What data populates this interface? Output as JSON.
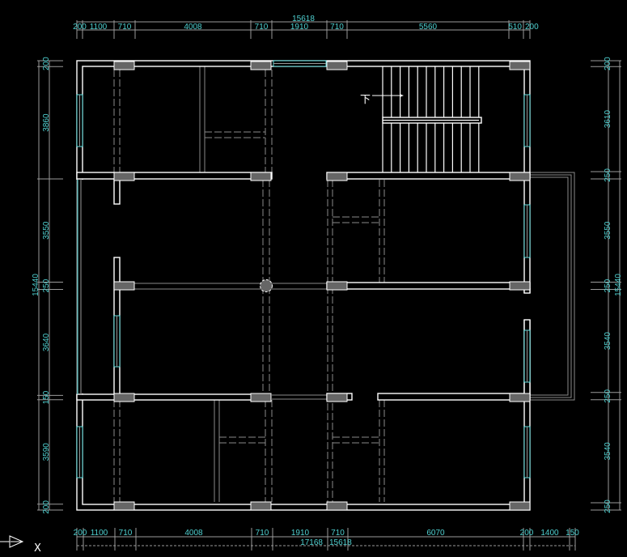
{
  "drawing": {
    "stair_label": "下",
    "axis_label": "X"
  },
  "dimensions": {
    "top": {
      "total": "15618",
      "segments": [
        "200",
        "1100",
        "710",
        "4008",
        "710",
        "1910",
        "710",
        "5560",
        "510",
        "200"
      ]
    },
    "bottom": {
      "total": "17168",
      "total_overlap": "15618",
      "segments": [
        "200",
        "1100",
        "710",
        "4008",
        "710",
        "1910",
        "710",
        "6070",
        "200",
        "1400",
        "150"
      ]
    },
    "left": {
      "total": "15440",
      "segments": [
        "200",
        "3860",
        "3550",
        "250",
        "3640",
        "150",
        "3590",
        "200"
      ]
    },
    "right": {
      "total": "15440",
      "segments": [
        "200",
        "3610",
        "250",
        "3550",
        "250",
        "3540",
        "250",
        "3540",
        "250"
      ]
    }
  },
  "colors": {
    "background": "#000000",
    "dimension_text": "#4fd0d0",
    "wall": "#ffffff",
    "column": "#666666",
    "window": "#5fe0e0"
  }
}
